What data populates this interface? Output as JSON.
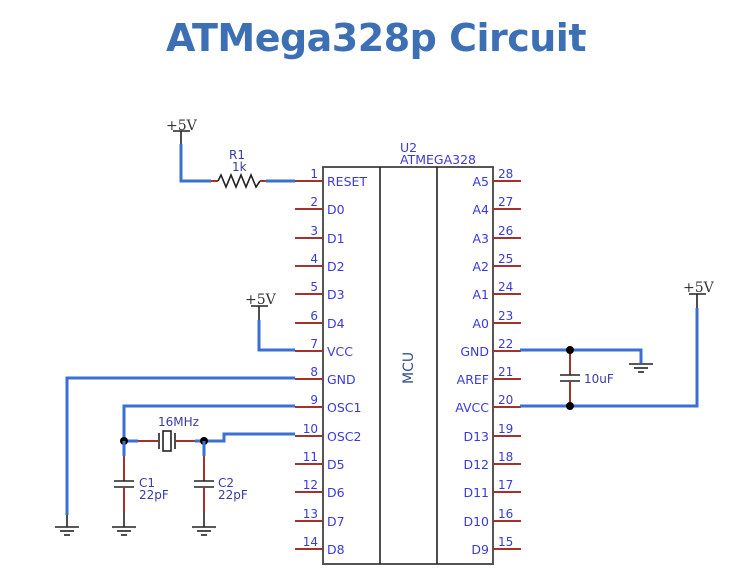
{
  "title": "ATMega328p Circuit",
  "colors": {
    "title": "#3d6fb5",
    "wire": "#3b6fd4",
    "pin": "#a3312e",
    "label": "#3a3adc",
    "component_label": "#3a3aa8"
  },
  "ic": {
    "ref": "U2",
    "part": "ATMEGA328",
    "center_label": "MCU",
    "left_pins": [
      {
        "num": "1",
        "name": "RESET"
      },
      {
        "num": "2",
        "name": "D0"
      },
      {
        "num": "3",
        "name": "D1"
      },
      {
        "num": "4",
        "name": "D2"
      },
      {
        "num": "5",
        "name": "D3"
      },
      {
        "num": "6",
        "name": "D4"
      },
      {
        "num": "7",
        "name": "VCC"
      },
      {
        "num": "8",
        "name": "GND"
      },
      {
        "num": "9",
        "name": "OSC1"
      },
      {
        "num": "10",
        "name": "OSC2"
      },
      {
        "num": "11",
        "name": "D5"
      },
      {
        "num": "12",
        "name": "D6"
      },
      {
        "num": "13",
        "name": "D7"
      },
      {
        "num": "14",
        "name": "D8"
      }
    ],
    "right_pins": [
      {
        "num": "28",
        "name": "A5"
      },
      {
        "num": "27",
        "name": "A4"
      },
      {
        "num": "26",
        "name": "A3"
      },
      {
        "num": "25",
        "name": "A2"
      },
      {
        "num": "24",
        "name": "A1"
      },
      {
        "num": "23",
        "name": "A0"
      },
      {
        "num": "22",
        "name": "GND"
      },
      {
        "num": "21",
        "name": "AREF"
      },
      {
        "num": "20",
        "name": "AVCC"
      },
      {
        "num": "19",
        "name": "D13"
      },
      {
        "num": "18",
        "name": "D12"
      },
      {
        "num": "17",
        "name": "D11"
      },
      {
        "num": "16",
        "name": "D10"
      },
      {
        "num": "15",
        "name": "D9"
      }
    ]
  },
  "components": {
    "r1": {
      "ref": "R1",
      "value": "1k"
    },
    "crystal": {
      "value": "16MHz"
    },
    "c1": {
      "ref": "C1",
      "value": "22pF"
    },
    "c2": {
      "ref": "C2",
      "value": "22pF"
    },
    "c3": {
      "value": "10uF"
    }
  },
  "power": {
    "reset_supply": "+5V",
    "vcc_supply": "+5V",
    "avcc_supply": "+5V"
  }
}
